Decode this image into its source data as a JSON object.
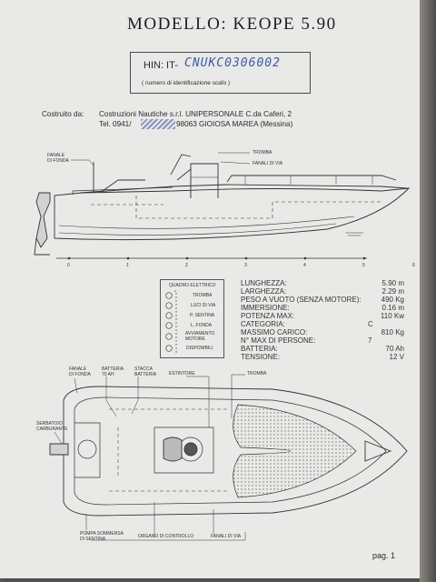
{
  "document": {
    "title": "MODELLO:  KEOPE 5.90",
    "hin_label": "HIN:  IT-",
    "hin_value": "CNUKC0306002",
    "hin_note": "( numero di identificazione scafo )",
    "manufacturer_label": "Costruito da:",
    "manufacturer_line1": "Costruzioni Nautiche s.r.l. UNIPERSONALE C.da Caferi, 2",
    "manufacturer_line2_prefix": "Tel. 0941/",
    "manufacturer_line2_suffix": "98063 GIOIOSA MAREA (Messina)",
    "page_number": "pag. 1"
  },
  "side_view_labels": {
    "fanale_fonda": "FANALE\nDI FONDA",
    "tromba": "TROMBA",
    "fanali_via": "FANALI DI VIA"
  },
  "scale_ticks": [
    "0",
    "1",
    "2",
    "3",
    "4",
    "5",
    "6"
  ],
  "panel": {
    "title": "QUADRO ELETTRICO",
    "items": [
      "TROMBA",
      "LUCI DI VIA",
      "P. SENTINA",
      "L. FONDA",
      "AVVIAMENTO\nMOTORE",
      "DISPONIBILI"
    ]
  },
  "specs": [
    {
      "label": "LUNGHEZZA:",
      "value": "5.90  m"
    },
    {
      "label": "LARGHEZZA:",
      "value": "2.29  m"
    },
    {
      "label": "PESO A VUOTO (SENZA MOTORE):",
      "value": "490  Kg"
    },
    {
      "label": "IMMERSIONE:",
      "value": "0.16  m"
    },
    {
      "label": "POTENZA MAX:",
      "value": "110  Kw"
    },
    {
      "label": "CATEGORIA:",
      "value": "C"
    },
    {
      "label": "MASSIMO CARICO:",
      "value": "810  Kg"
    },
    {
      "label": "N° MAX DI PERSONE:",
      "value": "7"
    },
    {
      "label": "BATTERIA:",
      "value": "70  Ah"
    },
    {
      "label": "TENSIONE:",
      "value": "12  V"
    }
  ],
  "top_view_labels": {
    "fanale_fonda": "FANALE\nDI FONDA",
    "batteria": "BATTERIA\n70 AH",
    "stacca_batteria": "STACCA\nBATTERIA",
    "estintore": "ESTINTORE",
    "tromba": "TROMBA",
    "serbatoio": "SERBATOIO\nCARBURANTE",
    "pompa": "POMPA SOMMERSA\nDI SENTINA",
    "organo": "ORGANO DI CONTROLLO",
    "fanali_via": "FANALI DI VIA"
  }
}
